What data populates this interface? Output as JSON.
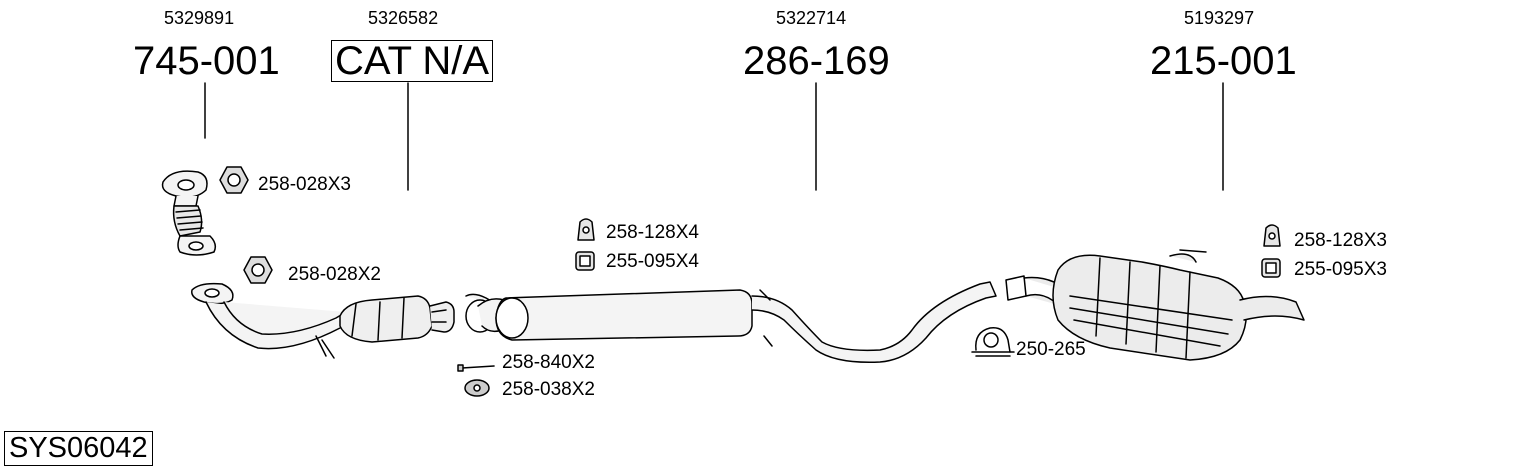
{
  "diagram": {
    "system_code": "SYS06042",
    "parts": [
      {
        "oem": "5329891",
        "part_number": "745-001"
      },
      {
        "oem": "5326582",
        "part_number": "CAT N/A"
      },
      {
        "oem": "5322714",
        "part_number": "286-169"
      },
      {
        "oem": "5193297",
        "part_number": "215-001"
      }
    ],
    "accessories": [
      {
        "label": "258-028X3",
        "icon": "nut-icon"
      },
      {
        "label": "258-028X2",
        "icon": "nut-icon"
      },
      {
        "label": "258-128X4",
        "icon": "rubber-hanger-icon"
      },
      {
        "label": "255-095X4",
        "icon": "rubber-mount-icon"
      },
      {
        "label": "258-840X2",
        "icon": "bolt-icon"
      },
      {
        "label": "258-038X2",
        "icon": "flange-nut-icon"
      },
      {
        "label": "250-265",
        "icon": "pipe-clamp-icon"
      },
      {
        "label": "258-128X3",
        "icon": "rubber-hanger-icon"
      },
      {
        "label": "255-095X3",
        "icon": "rubber-mount-icon"
      }
    ]
  }
}
